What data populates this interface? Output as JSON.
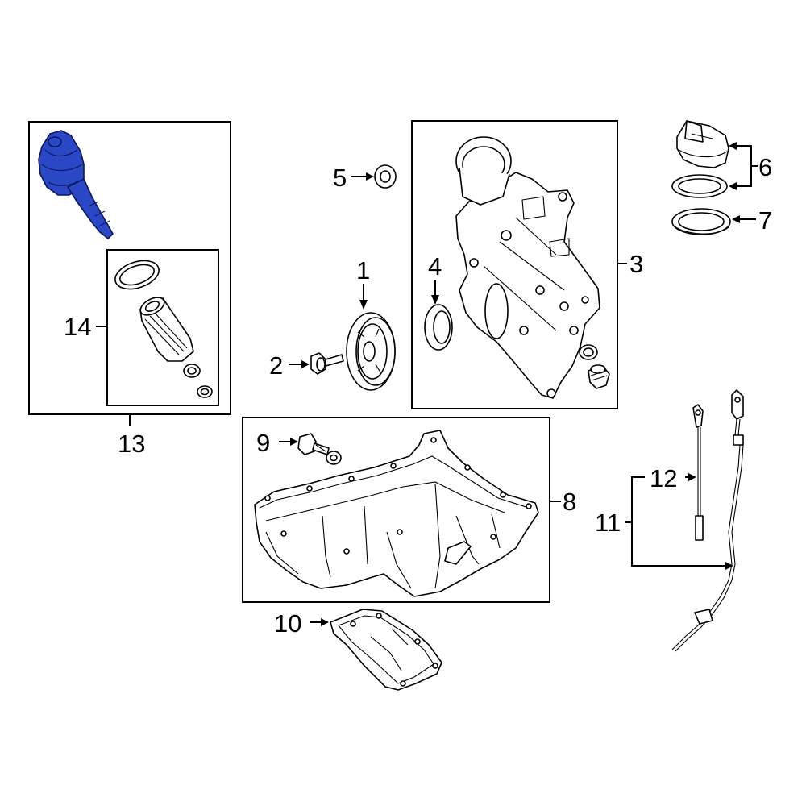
{
  "diagram": {
    "highlight_color": "#2a48c6",
    "callouts": {
      "c1": "1",
      "c2": "2",
      "c3": "3",
      "c4": "4",
      "c5": "5",
      "c6": "6",
      "c7": "7",
      "c8": "8",
      "c9": "9",
      "c10": "10",
      "c11": "11",
      "c12": "12",
      "c13": "13",
      "c14": "14"
    }
  }
}
